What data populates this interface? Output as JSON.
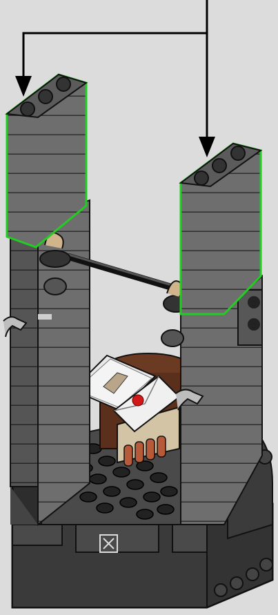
{
  "scene": {
    "title": "",
    "background_color": "#dcdcdc",
    "highlight_color": "#22cc22",
    "brick_color": "#6e6e6e",
    "brick_dark": "#3a3a3a",
    "pointer_color": "#000000"
  },
  "callout": {
    "arrows": [
      {
        "target": "left-column-top-bricks"
      },
      {
        "target": "right-column-top-bricks"
      }
    ]
  },
  "parts": {
    "highlighted_blocks": 2,
    "studs_per_highlighted_block": 3,
    "icons": [
      "arrow-down-icon",
      "arrow-down-icon",
      "clip-icon",
      "clip-icon",
      "book-icon",
      "letter-icon",
      "chair-icon"
    ]
  }
}
